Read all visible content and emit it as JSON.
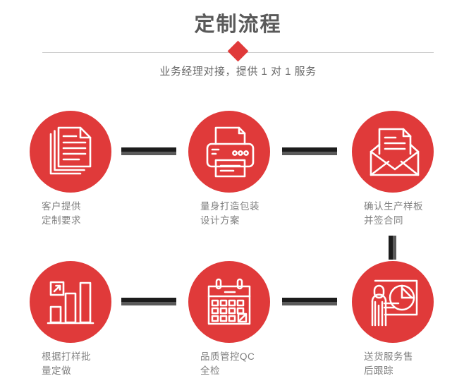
{
  "header": {
    "title": "定制流程",
    "subtitle": "业务经理对接，提供 1 对 1 服务",
    "diamond_icon": "diamond-marker-icon",
    "divider_color": "#cccccc",
    "accent_color": "#e03a3a",
    "title_color": "#595959"
  },
  "theme": {
    "accent_red": "#e03a3a",
    "connector_dark": "#1c1c1c",
    "connector_gray": "#5a5a5a",
    "label_gray": "#808080",
    "background": "#ffffff"
  },
  "flow": {
    "steps": [
      {
        "index": 1,
        "icon": "documents-stack-icon",
        "label": "客户提供\n定制要求"
      },
      {
        "index": 2,
        "icon": "printer-icon",
        "label": "量身打造包装\n设计方案"
      },
      {
        "index": 3,
        "icon": "envelope-letter-icon",
        "label": "确认生产样板\n并签合同"
      },
      {
        "index": 4,
        "icon": "bar-chart-growth-icon",
        "label": "根据打样批\n量定做"
      },
      {
        "index": 5,
        "icon": "calendar-check-icon",
        "label": "品质管控QC\n全检"
      },
      {
        "index": 6,
        "icon": "presentation-pie-chart-icon",
        "label": "送货服务售\n后跟踪"
      }
    ],
    "connectors": [
      {
        "name": "connector-step1-step2",
        "orientation": "horizontal"
      },
      {
        "name": "connector-step2-step3",
        "orientation": "horizontal"
      },
      {
        "name": "connector-step3-step6",
        "orientation": "vertical"
      },
      {
        "name": "connector-step4-step5",
        "orientation": "horizontal"
      },
      {
        "name": "connector-step5-step6",
        "orientation": "horizontal"
      }
    ]
  }
}
